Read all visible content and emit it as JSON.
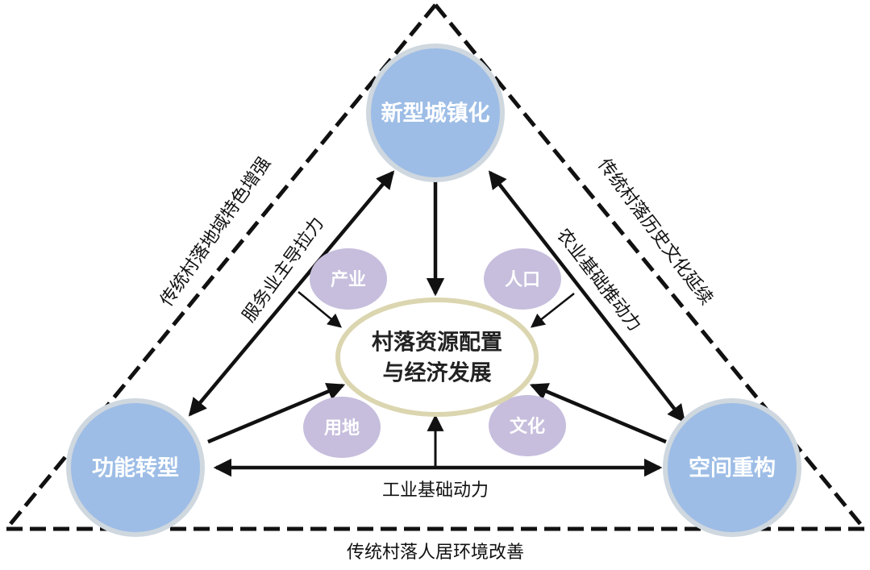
{
  "nodes": {
    "top": "新型城镇化",
    "left": "功能转型",
    "right": "空间重构",
    "center_line1": "村落资源配置",
    "center_line2": "与经济发展"
  },
  "factors": {
    "industry": "产业",
    "population": "人口",
    "land": "用地",
    "culture": "文化"
  },
  "edges": {
    "left_inner": "服务业主导拉力",
    "right_inner": "农业基础推动力",
    "bottom_inner": "工业基础动力"
  },
  "triangle": {
    "left_side": "传统村落地域特色增强",
    "right_side": "传统村落历史文化延续",
    "bottom_side": "传统村落人居环境改善"
  },
  "colors": {
    "node_fill": "#9dbde6",
    "node_stroke": "#cfd7df",
    "factor_fill": "#c7bedd",
    "center_fill": "#ffffff",
    "center_stroke": "#dbd6b0",
    "arrow": "#111111"
  }
}
